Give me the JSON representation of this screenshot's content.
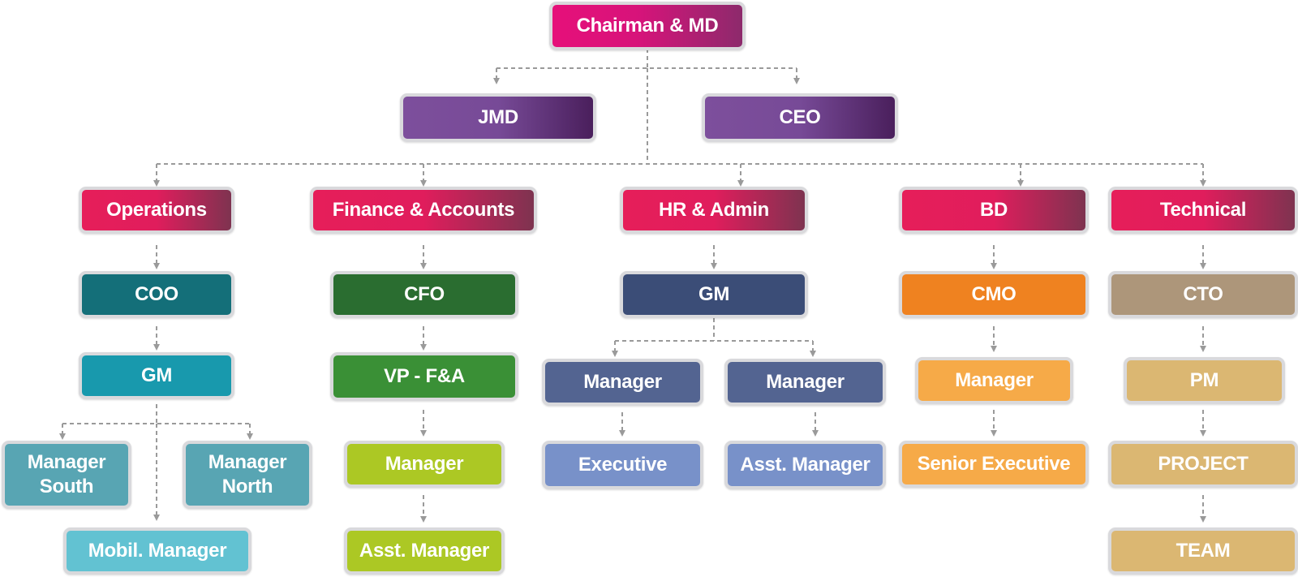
{
  "chart": {
    "top": {
      "label": "Chairman & MD"
    },
    "level2": [
      {
        "label": "JMD"
      },
      {
        "label": "CEO"
      }
    ],
    "departments": [
      {
        "label": "Operations",
        "chain": [
          {
            "label": "COO"
          },
          {
            "label": "GM"
          }
        ],
        "managers": [
          {
            "label": "Manager\nSouth"
          },
          {
            "label": "Manager\nNorth"
          },
          {
            "label": "Mobil. Manager"
          }
        ]
      },
      {
        "label": "Finance & Accounts",
        "chain": [
          {
            "label": "CFO"
          },
          {
            "label": "VP - F&A"
          },
          {
            "label": "Manager"
          },
          {
            "label": "Asst. Manager"
          }
        ]
      },
      {
        "label": "HR & Admin",
        "chain": [
          {
            "label": "GM"
          }
        ],
        "branches": [
          {
            "label": "Manager",
            "child": {
              "label": "Executive"
            }
          },
          {
            "label": "Manager",
            "child": {
              "label": "Asst. Manager"
            }
          }
        ]
      },
      {
        "label": "BD",
        "chain": [
          {
            "label": "CMO"
          },
          {
            "label": "Manager"
          },
          {
            "label": "Senior Executive"
          }
        ]
      },
      {
        "label": "Technical",
        "chain": [
          {
            "label": "CTO"
          },
          {
            "label": "PM"
          },
          {
            "label": "PROJECT"
          },
          {
            "label": "TEAM"
          }
        ]
      }
    ]
  },
  "colors": {
    "connector": "#9a9a9a",
    "node_border": "#d9d9dc",
    "top": "#e6107a",
    "level2": "#7d4f9c",
    "departments": "#e61e5a",
    "operations": [
      "#146f79",
      "#1899ad",
      "#58a5b3",
      "#62c2d2"
    ],
    "finance": [
      "#2a6d30",
      "#3a9036",
      "#acc824"
    ],
    "hr": [
      "#3b4d77",
      "#536491",
      "#7891c9"
    ],
    "bd": [
      "#ef8220",
      "#f6aa48"
    ],
    "technical": [
      "#ad967a",
      "#dbb772"
    ]
  }
}
